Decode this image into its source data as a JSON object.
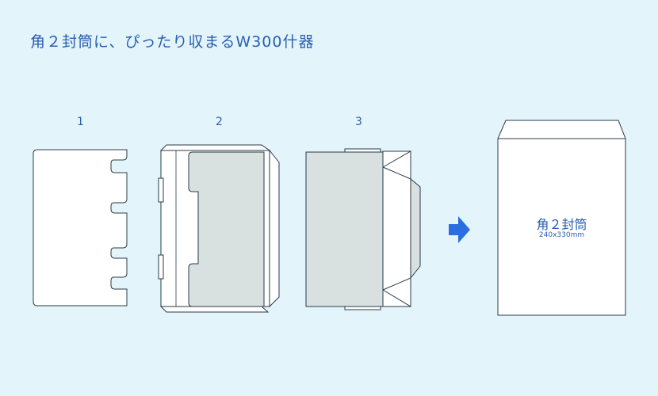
{
  "title": "角２封筒に、ぴったり収まるW300什器",
  "steps": [
    {
      "number": "1"
    },
    {
      "number": "2"
    },
    {
      "number": "3"
    }
  ],
  "envelope": {
    "label": "角２封筒",
    "size": "240x330mm"
  },
  "colors": {
    "background": "#e3f5fb",
    "accent": "#2a5db0",
    "arrow": "#2a6ee0",
    "panel_fill": "#ffffff",
    "shaded_fill": "#d8e0e0",
    "stroke": "#2a3a4a"
  },
  "icons": {
    "arrow": "arrow-right-icon"
  }
}
